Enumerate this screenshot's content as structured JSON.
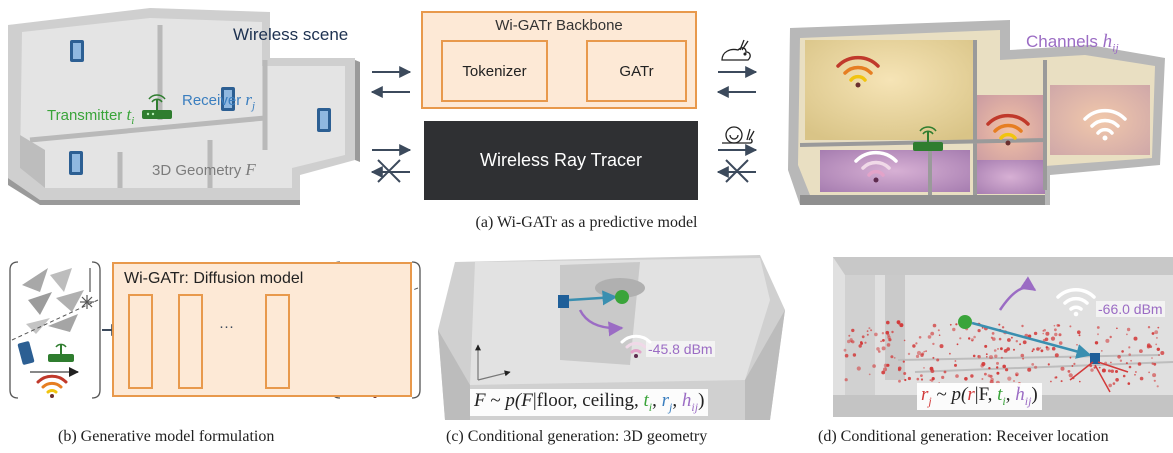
{
  "top_left": {
    "title": "Wireless scene",
    "receiver_label": "Receiver",
    "receiver_sym": "r",
    "receiver_sub": "j",
    "transmitter_label": "Transmitter",
    "transmitter_sym": "t",
    "transmitter_sub": "i",
    "geometry_label": "3D Geometry",
    "geometry_sym": "F"
  },
  "backbone": {
    "title": "Wi-GATr Backbone",
    "tokenizer": "Tokenizer",
    "gatr": "GATr"
  },
  "ray_tracer": {
    "label": "Wireless Ray Tracer"
  },
  "top_right": {
    "channels_label": "Channels",
    "channels_sym": "h",
    "channels_sub": "ij"
  },
  "captions": {
    "a": "(a) Wi-GATr as a predictive model",
    "b": "(b) Generative model formulation",
    "c": "(c) Conditional generation: 3D geometry",
    "d": "(d) Conditional generation: Receiver location"
  },
  "panel_b": {
    "title": "Wi-GATr: Diffusion model",
    "dots": "···"
  },
  "panel_c": {
    "signal": "-45.8 dBm",
    "f_lhs": "F",
    "tilde": " ~ ",
    "p_open": "p(",
    "f_arg": "F",
    "given_text": "|floor, ceiling, ",
    "t": "t",
    "t_sub": "i",
    "comma": ", ",
    "r": "r",
    "r_sub": "j",
    "h": "h",
    "h_sub": "ij",
    "close": ")"
  },
  "panel_d": {
    "signal": "-66.0 dBm",
    "r_lhs": "r",
    "r_lhs_sub": "j",
    "tilde": " ~ ",
    "p_open": "p(",
    "r_arg": "r",
    "given_text": "|F, ",
    "t": "t",
    "t_sub": "i",
    "comma": ", ",
    "h": "h",
    "h_sub": "ij",
    "close": ")"
  },
  "colors": {
    "orange_fill": "#fde9d6",
    "orange_border": "#e8994c",
    "ray_tracer": "#2f3033",
    "receiver_blue": "#3a7ebf",
    "transmitter_green": "#3aa43a",
    "channel_purple": "#9b6cc4",
    "sample_red": "#d23a3a"
  },
  "icons": [
    "rabbit-icon",
    "snail-icon",
    "snowflake-icon",
    "wifi-icon",
    "router-icon",
    "phone-icon",
    "cross-icon"
  ]
}
